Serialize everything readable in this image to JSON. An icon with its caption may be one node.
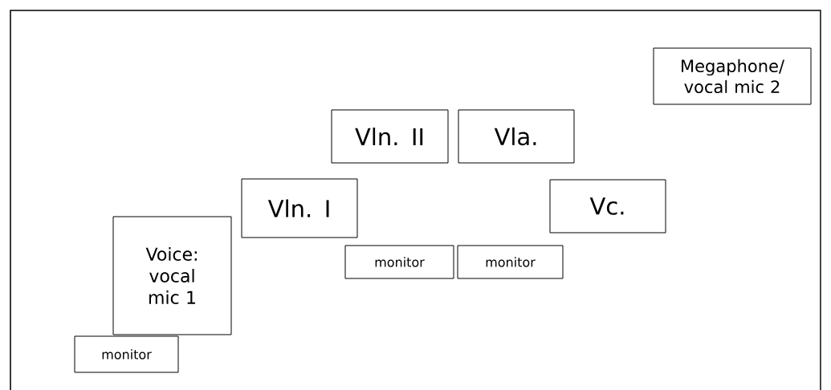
{
  "diagram": {
    "nodes": [
      {
        "text": [
          "Megaphone/ vocal mic 2"
        ]
      },
      {
        "text": [
          "Vln. II"
        ]
      },
      {
        "text": [
          "Vla."
        ]
      },
      {
        "text": [
          "Vln. I"
        ]
      },
      {
        "text": [
          "Vc."
        ]
      },
      {
        "text": [
          "Voice: vocal mic 1"
        ]
      },
      {
        "text": [
          "monitor"
        ]
      },
      {
        "text": [
          "monitor"
        ]
      },
      {
        "text": [
          "monitor"
        ]
      }
    ]
  }
}
